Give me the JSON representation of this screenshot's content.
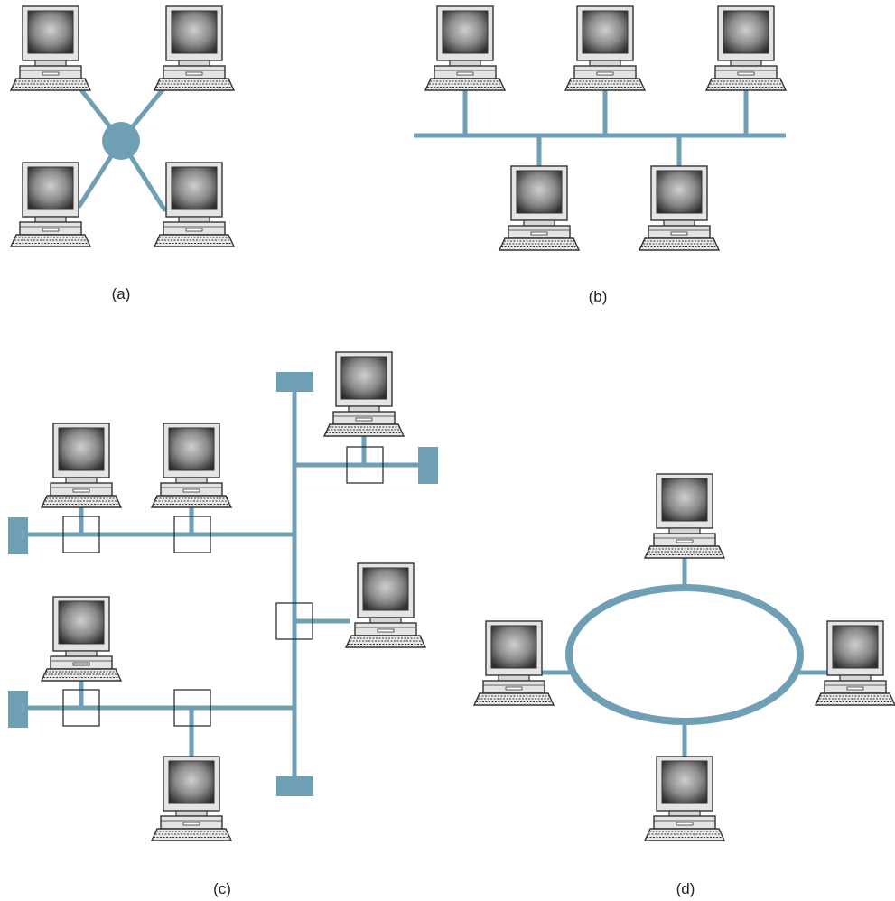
{
  "panels": [
    {
      "id": "a",
      "label": "(a)"
    },
    {
      "id": "b",
      "label": "(b)"
    },
    {
      "id": "c",
      "label": "(c)"
    },
    {
      "id": "d",
      "label": "(d)"
    }
  ],
  "colors": {
    "network_line": "#6f9fb5",
    "terminator": "#6f9fb5",
    "tap_box_stroke": "#222222",
    "computer_case": "#e4e4e4",
    "computer_outline": "#333333",
    "screen_center": "#cfcfcf",
    "screen_edge": "#2e2e2e"
  },
  "icons": {
    "computer": "computer-icon",
    "hub": "hub-icon",
    "terminator": "bus-terminator-icon",
    "tap": "tap-box-icon"
  }
}
